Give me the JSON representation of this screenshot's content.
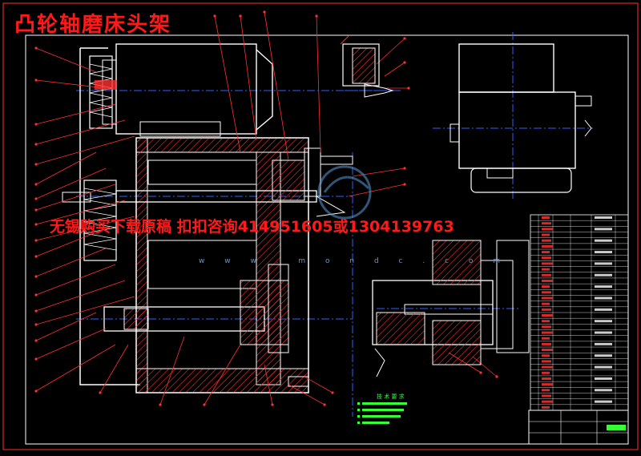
{
  "drawing": {
    "title": "凸轮轴磨床头架",
    "ad_banner": "无锡购买下载原稿 扣扣咨询414951605或1304139763",
    "watermark": "w w w . m o n d c . c o m",
    "notes_title": "技 术 要 求"
  },
  "colors": {
    "background": "#000000",
    "outline": "#ffffff",
    "hatch": "#ff3030",
    "centerline": "#3060ff",
    "leader": "#ff3030",
    "notes": "#33ff33",
    "watermark": "#5a9bd5",
    "title": "#ff1a1a"
  }
}
